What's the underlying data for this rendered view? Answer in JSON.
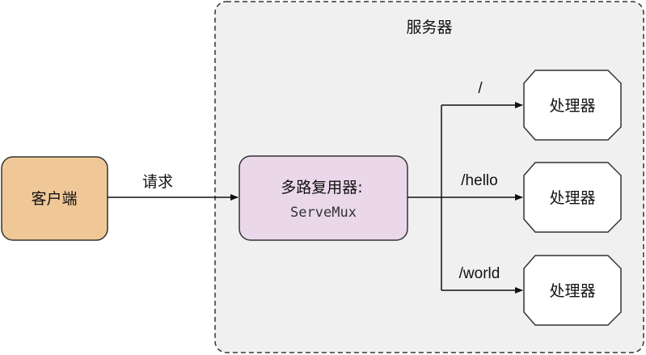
{
  "server": {
    "title": "服务器",
    "fill": "#f0f0f0",
    "border": "#333333"
  },
  "client": {
    "label": "客户端",
    "fill": "#f0c898"
  },
  "request": {
    "label": "请求"
  },
  "mux": {
    "label": "多路复用器:",
    "sublabel": "ServeMux",
    "fill": "#ead8ea"
  },
  "routes": [
    {
      "path": "/",
      "handler": "处理器"
    },
    {
      "path": "/hello",
      "handler": "处理器"
    },
    {
      "path": "/world",
      "handler": "处理器"
    }
  ],
  "colors": {
    "stroke": "#333333",
    "handler_fill": "#ffffff"
  }
}
